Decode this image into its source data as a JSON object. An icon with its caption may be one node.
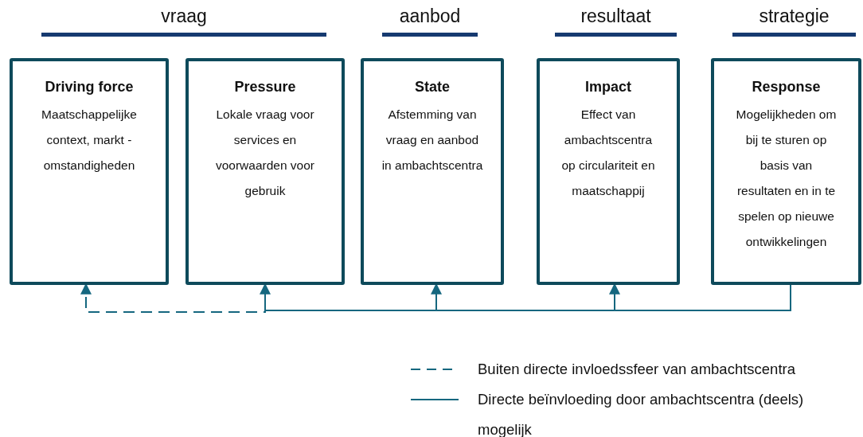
{
  "diagram": {
    "nodes": [
      {
        "text": [
          "Driving force",
          "Maatschappelijke context, markt - omstandigheden"
        ]
      },
      {
        "text": [
          "Pressure",
          "Lokale vraag voor services en voorwaarden voor gebruik"
        ]
      },
      {
        "text": [
          "State",
          "Afstemming van vraag en aanbod in ambachtscentra"
        ]
      },
      {
        "text": [
          "Impact",
          "Effect van ambachtscentra op circulariteit en maatschappij"
        ]
      },
      {
        "text": [
          "Response",
          "Mogelijkheden om bij te sturen op basis van resultaten en in te spelen op nieuwe ontwikkelingen"
        ]
      }
    ],
    "edges": [
      {
        "from": 4,
        "to": 1,
        "arrow": "to"
      },
      {
        "from": 4,
        "to": 2,
        "arrow": "to"
      },
      {
        "from": 4,
        "to": 3,
        "arrow": "to"
      },
      {
        "from": 1,
        "to": 0,
        "arrow": "to",
        "style": "dashed"
      }
    ],
    "labels": [
      "vraag",
      "aanbod",
      "resultaat",
      "strategie"
    ],
    "legend": [
      {
        "text": "Buiten directe invloedssfeer van ambachtscentra"
      },
      {
        "text": "Directe beïnvloeding door ambachtscentra (deels) mogelijk"
      }
    ]
  }
}
